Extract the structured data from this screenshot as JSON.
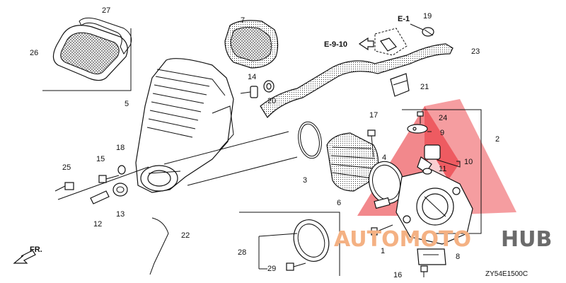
{
  "parts": [
    {
      "id": "p1",
      "label": "1"
    },
    {
      "id": "p2",
      "label": "2"
    },
    {
      "id": "p3",
      "label": "3"
    },
    {
      "id": "p4",
      "label": "4"
    },
    {
      "id": "p5",
      "label": "5"
    },
    {
      "id": "p6",
      "label": "6"
    },
    {
      "id": "p7",
      "label": "7"
    },
    {
      "id": "p8",
      "label": "8"
    },
    {
      "id": "p9",
      "label": "9"
    },
    {
      "id": "p10",
      "label": "10"
    },
    {
      "id": "p11",
      "label": "11"
    },
    {
      "id": "p12",
      "label": "12"
    },
    {
      "id": "p13",
      "label": "13"
    },
    {
      "id": "p14",
      "label": "14"
    },
    {
      "id": "p15",
      "label": "15"
    },
    {
      "id": "p16",
      "label": "16"
    },
    {
      "id": "p17",
      "label": "17"
    },
    {
      "id": "p18",
      "label": "18"
    },
    {
      "id": "p19",
      "label": "19"
    },
    {
      "id": "p20",
      "label": "20"
    },
    {
      "id": "p21",
      "label": "21"
    },
    {
      "id": "p22",
      "label": "22"
    },
    {
      "id": "p23",
      "label": "23"
    },
    {
      "id": "p24",
      "label": "24"
    },
    {
      "id": "p25",
      "label": "25"
    },
    {
      "id": "p26",
      "label": "26"
    },
    {
      "id": "p27",
      "label": "27"
    },
    {
      "id": "p28",
      "label": "28"
    },
    {
      "id": "p29",
      "label": "29"
    }
  ],
  "references": {
    "e1": "E-1",
    "e910": "E-9-10"
  },
  "front_marker": "FR.",
  "diagram_code": "ZY54E1500C",
  "watermark": {
    "part_a": "AUTOMOTO",
    "part_b": "HUB",
    "color_light": "#f4b183",
    "color_dark": "#6b6b6b",
    "color_triangle": "#e8262d"
  }
}
